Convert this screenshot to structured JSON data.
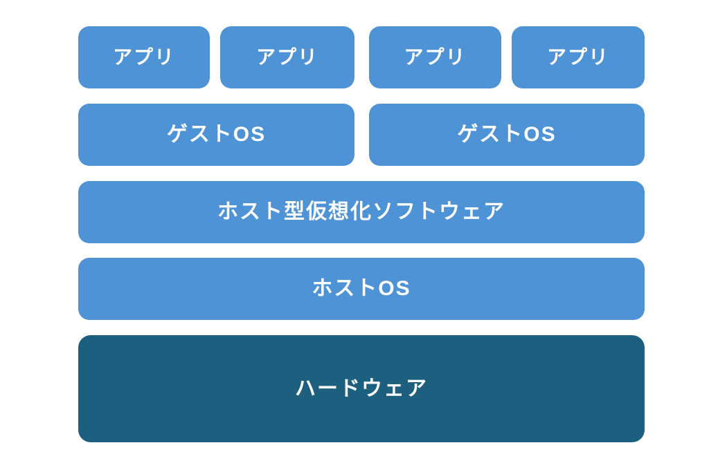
{
  "colors": {
    "box_blue": "#4e93d6",
    "box_dark_teal": "#1d5f7e",
    "text": "#ffffff",
    "background": "#ffffff"
  },
  "layers": {
    "apps": [
      "アプリ",
      "アプリ",
      "アプリ",
      "アプリ"
    ],
    "guest_os": [
      "ゲストOS",
      "ゲストOS"
    ],
    "virtualization_software": "ホスト型仮想化ソフトウェア",
    "host_os": "ホストOS",
    "hardware": "ハードウェア"
  }
}
